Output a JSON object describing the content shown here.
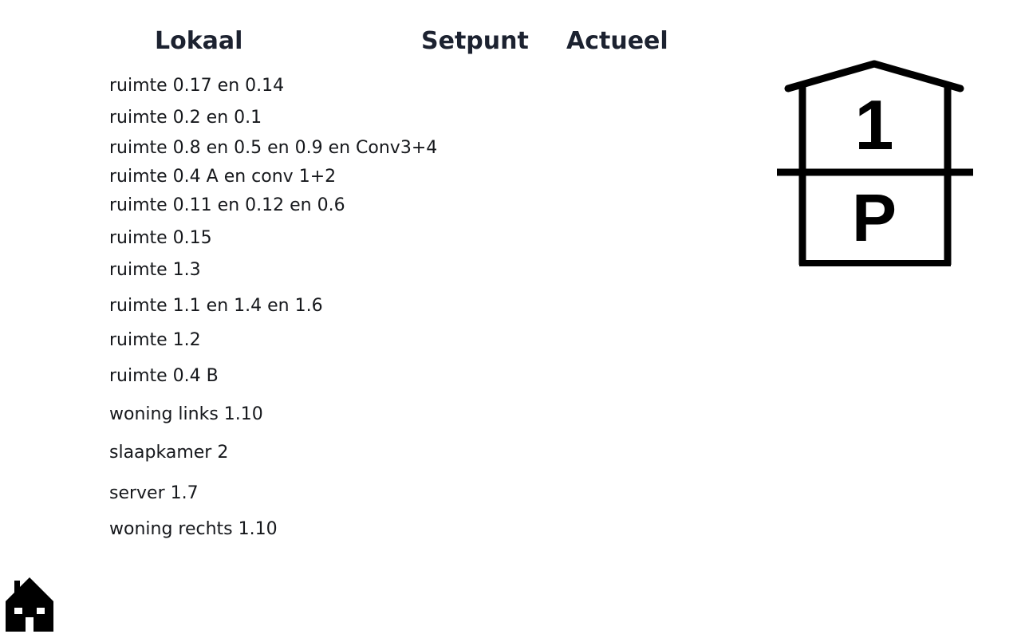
{
  "headers": {
    "lokaal": "Lokaal",
    "setpunt": "Setpunt",
    "actueel": "Actueel"
  },
  "rooms": [
    {
      "name": "ruimte 0.17 en 0.14"
    },
    {
      "name": "ruimte 0.2 en 0.1"
    },
    {
      "name": "ruimte 0.8 en 0.5 en 0.9 en Conv3+4"
    },
    {
      "name": "ruimte 0.4 A en conv 1+2"
    },
    {
      "name": "ruimte 0.11 en 0.12 en 0.6"
    },
    {
      "name": "ruimte 0.15"
    },
    {
      "name": "ruimte 1.3"
    },
    {
      "name": "ruimte 1.1 en 1.4 en 1.6"
    },
    {
      "name": "ruimte 1.2"
    },
    {
      "name": "ruimte 0.4 B"
    },
    {
      "name": "woning links 1.10"
    },
    {
      "name": "slaapkamer 2"
    },
    {
      "name": "server 1.7"
    },
    {
      "name": "woning rechts 1.10"
    }
  ],
  "floor_selector": {
    "icon": "floor-plan-icon",
    "upper_label": "1",
    "lower_label": "P"
  },
  "home": {
    "icon": "home-icon"
  },
  "colors": {
    "header_text": "#1c2230",
    "room_text": "#16181c",
    "icon": "#000000",
    "background": "#ffffff"
  }
}
